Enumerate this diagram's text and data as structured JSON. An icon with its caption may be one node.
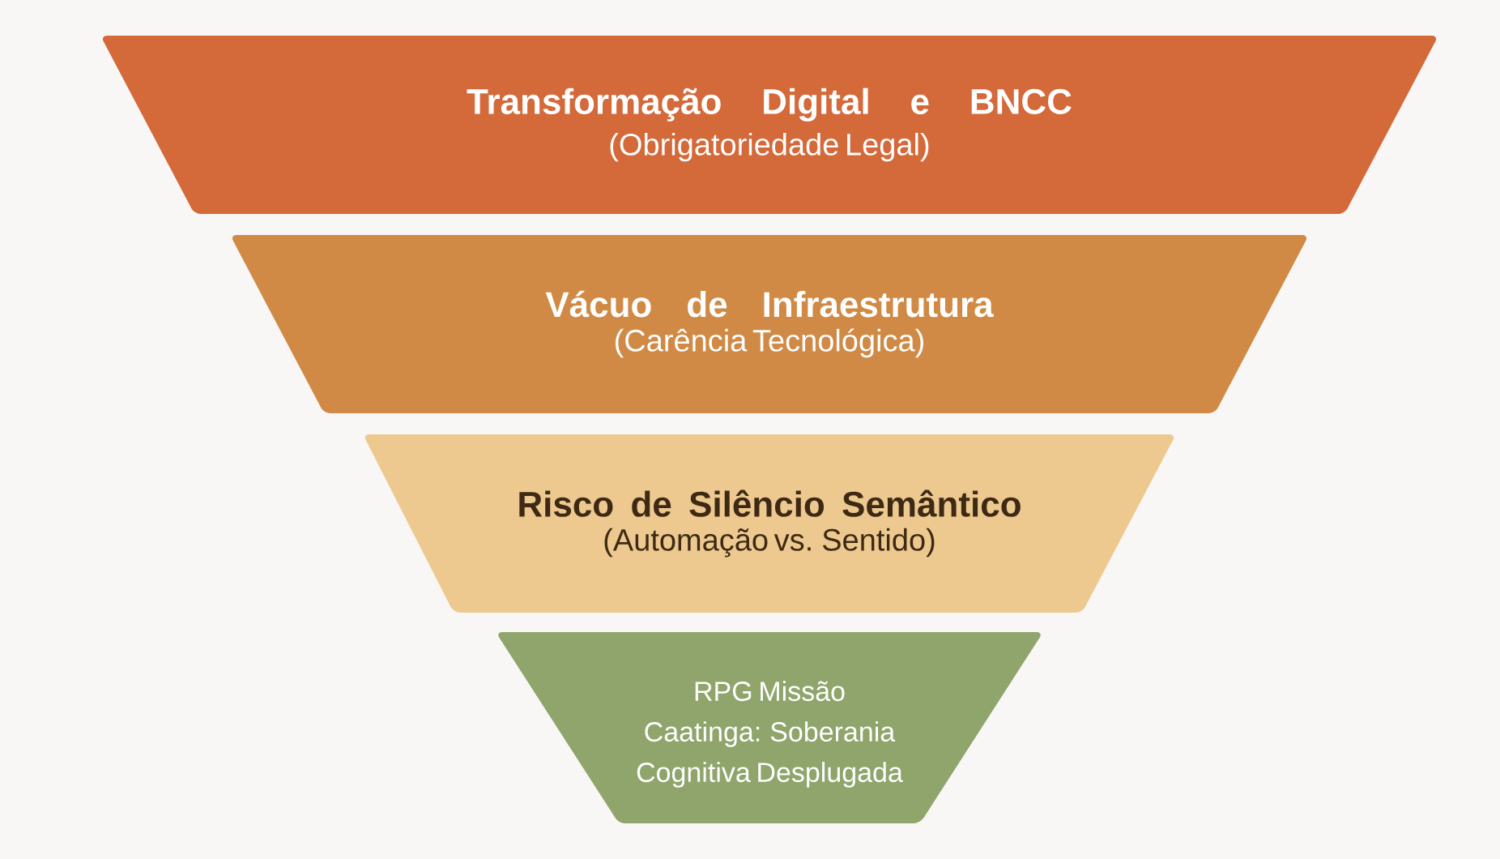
{
  "diagram": {
    "nodes": [
      {
        "text": [
          "Transformação Digital e BNCC",
          "(Obrigatoriedade Legal)"
        ]
      },
      {
        "text": [
          "Vácuo de Infraestrutura",
          "(Carência Tecnológica)"
        ]
      },
      {
        "text": [
          "Risco de Silêncio Semântico",
          "(Automação vs. Sentido)"
        ]
      },
      {
        "text": [
          "RPG Missão Caatinga: Soberania Cognitiva Desplugada"
        ]
      }
    ]
  }
}
